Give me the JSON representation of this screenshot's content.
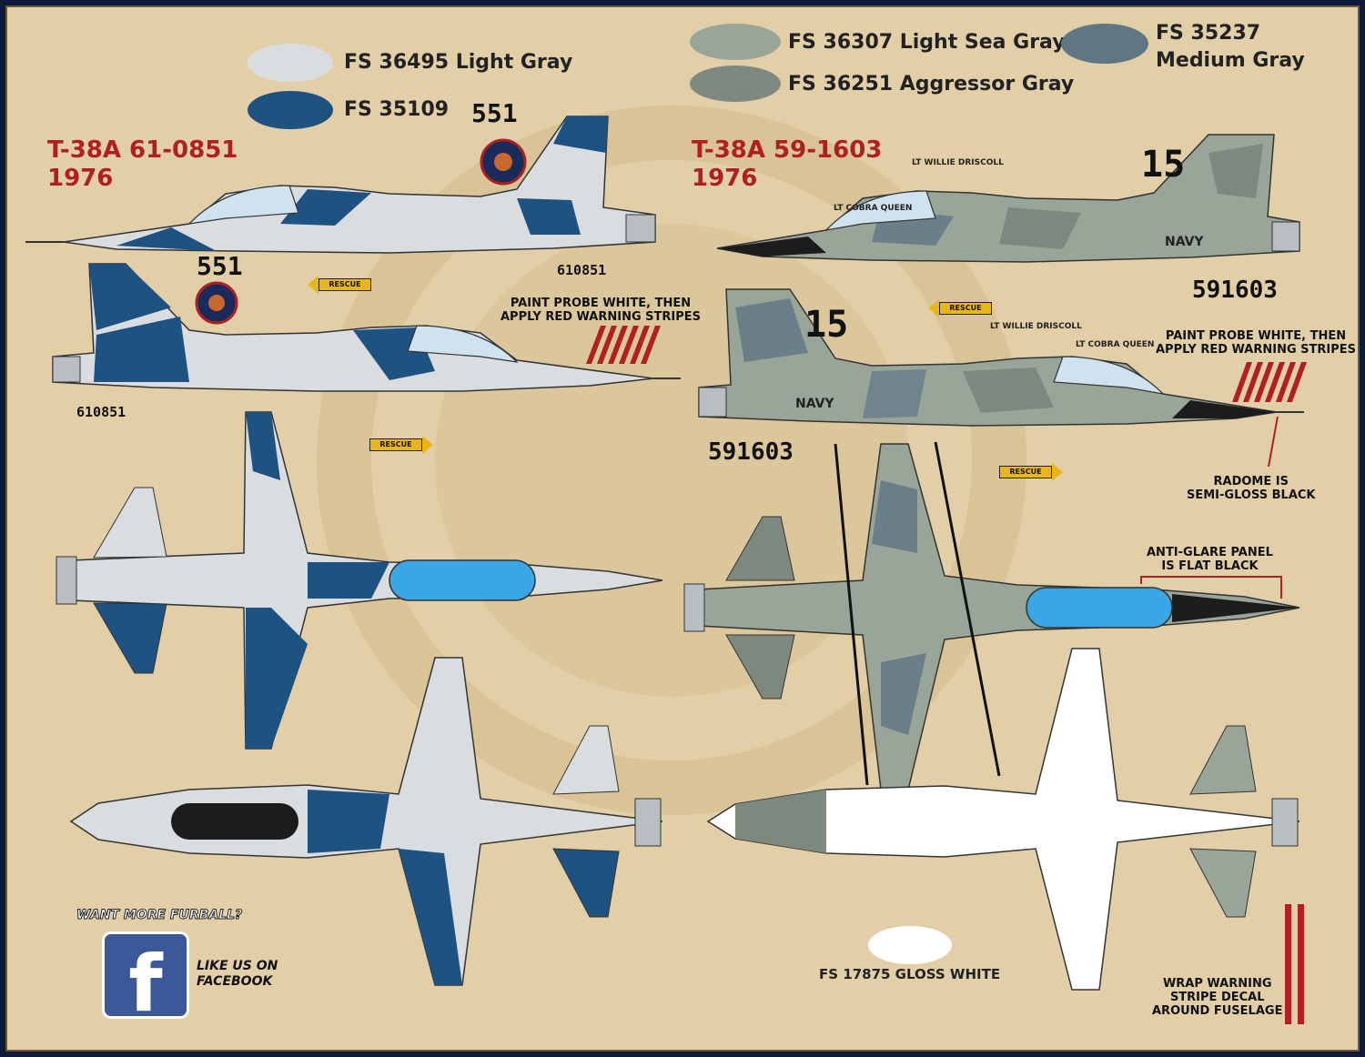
{
  "swatches": [
    {
      "code": "FS 36495 Light Gray",
      "color": "#d9dde0"
    },
    {
      "code": "FS 35109",
      "color": "#1e5281"
    },
    {
      "code": "FS 36307 Light Sea Gray",
      "color": "#9aa59a"
    },
    {
      "code": "FS 36251 Aggressor Gray",
      "color": "#7d897f"
    },
    {
      "code": "FS 35237",
      "code2": "Medium Gray",
      "color": "#5f7685"
    },
    {
      "code": "FS 17875 GLOSS WHITE",
      "color": "#ffffff"
    }
  ],
  "aircraft_1": {
    "title": "T-38A 61-0851\n1976",
    "modex": "551",
    "modex_tail": "551",
    "serial": "610851",
    "serial_2": "610851"
  },
  "aircraft_2": {
    "title": "T-38A 59-1603\n1976",
    "modex": "15",
    "modex_2": "15",
    "serial": "591603",
    "serial_2": "591603",
    "navy": "NAVY",
    "pilot_1": "LT COBRA QUEEN",
    "pilot_2": "LT WILLIE DRISCOLL"
  },
  "notes": {
    "probe_1": "PAINT PROBE WHITE, THEN\nAPPLY RED WARNING STRIPES",
    "probe_2": "PAINT PROBE WHITE, THEN\nAPPLY RED WARNING STRIPES",
    "radome": "RADOME IS\nSEMI-GLOSS BLACK",
    "antiglare": "ANTI-GLARE PANEL\nIS FLAT BLACK",
    "wrap": "WRAP WARNING\nSTRIPE DECAL\nAROUND FUSELAGE"
  },
  "rescue_label": "RESCUE",
  "social": {
    "want": "WANT MORE FURBALL?",
    "like": "LIKE US ON\nFACEBOOK",
    "fb_letter": "f"
  }
}
